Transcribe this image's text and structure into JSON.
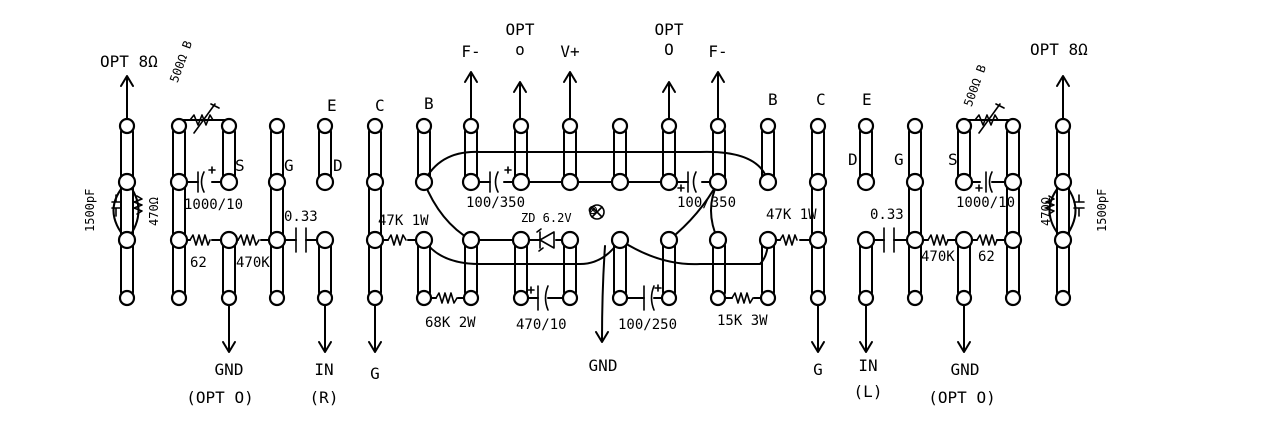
{
  "colors": {
    "ink": "#000000",
    "paper": "#ffffff"
  },
  "terminals": {
    "opt8_left": "OPT 8Ω",
    "opt8_right": "OPT 8Ω",
    "opt_o_a_top": "OPT",
    "opt_o_a_bot": "o",
    "opt_o_b_top": "OPT",
    "opt_o_b_bot": "O",
    "f_minus_left": "F-",
    "f_minus_right": "F-",
    "v_plus": "V+",
    "gnd_left": "GND",
    "gnd_left_sub": "(OPT O)",
    "in_r": "IN",
    "in_r_sub": "(R)",
    "g_bottom_left": "G",
    "gnd_center": "GND",
    "g_bottom_right": "G",
    "in_l": "IN",
    "in_l_sub": "(L)",
    "gnd_right": "GND",
    "gnd_right_sub": "(OPT O)"
  },
  "tube_pins": {
    "e_left": "E",
    "c_left": "C",
    "b_left": "B",
    "d_left": "D",
    "g_left": "G",
    "s_left": "S",
    "b_right": "B",
    "c_right": "C",
    "e_right": "E",
    "d_right": "D",
    "g_right": "G",
    "s_right": "S"
  },
  "components": {
    "pot_left": "500Ω B",
    "pot_right": "500Ω B",
    "cap_1500_left": "1500pF",
    "cap_1500_right": "1500pF",
    "res_470_left": "470Ω",
    "res_470_right": "470Ω",
    "cap_1000_left": "1000/10",
    "cap_1000_right": "1000/10",
    "res_62_left": "62",
    "res_62_right": "62",
    "res_470k_left": "470K",
    "res_470k_right": "470K",
    "cap_033_left": "0.33",
    "cap_033_right": "0.33",
    "res_47k_left": "47K 1W",
    "res_47k_right": "47K 1W",
    "cap_100_350_left": "100/350",
    "cap_100_350_right": "100/350",
    "zener": "ZD 6.2V",
    "res_68k": "68K 2W",
    "cap_470_10": "470/10",
    "cap_100_250": "100/250",
    "res_15k": "15K 3W",
    "pilot_lamp_symbol": "⊗"
  }
}
